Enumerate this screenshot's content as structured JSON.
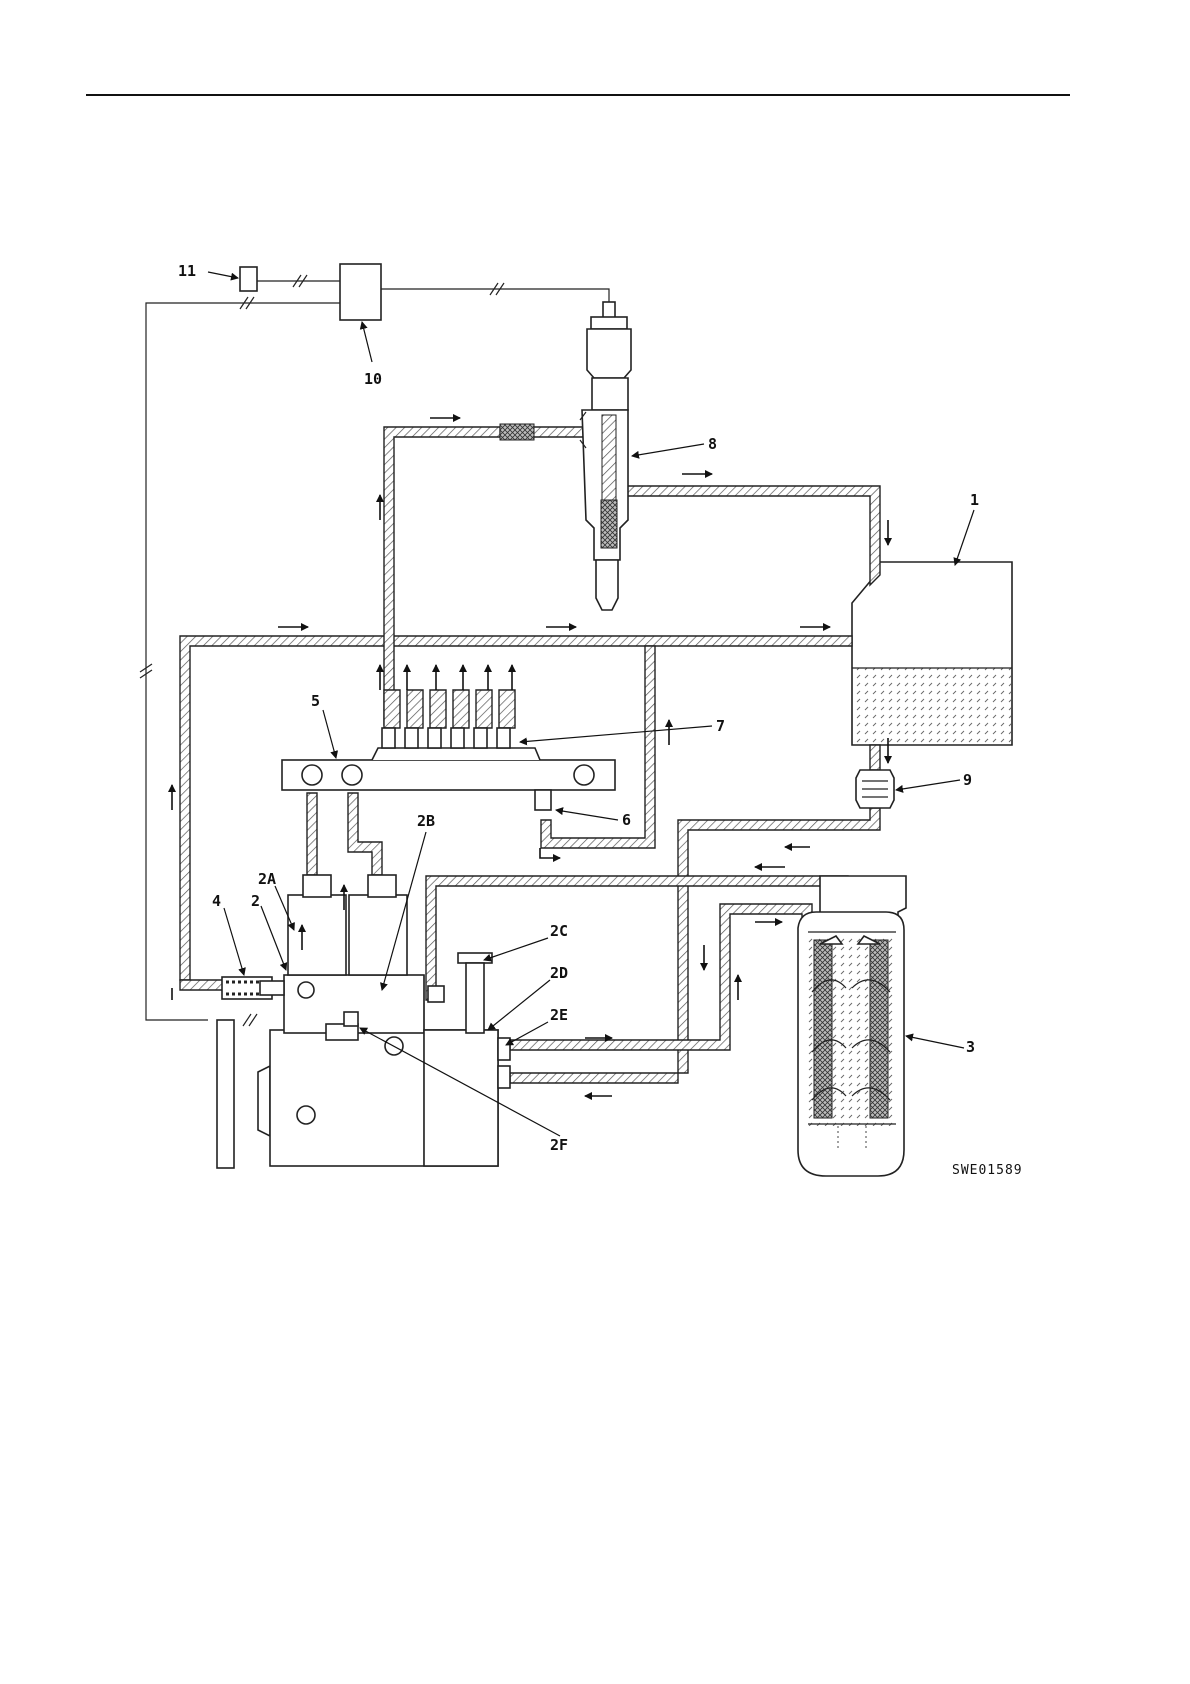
{
  "figure_code": "SWE01589",
  "labels": {
    "l1": "1",
    "l2": "2",
    "l2A": "2A",
    "l2B": "2B",
    "l2C": "2C",
    "l2D": "2D",
    "l2E": "2E",
    "l2F": "2F",
    "l3": "3",
    "l4": "4",
    "l5": "5",
    "l6": "6",
    "l7": "7",
    "l8": "8",
    "l9": "9",
    "l10": "10",
    "l11": "11"
  }
}
